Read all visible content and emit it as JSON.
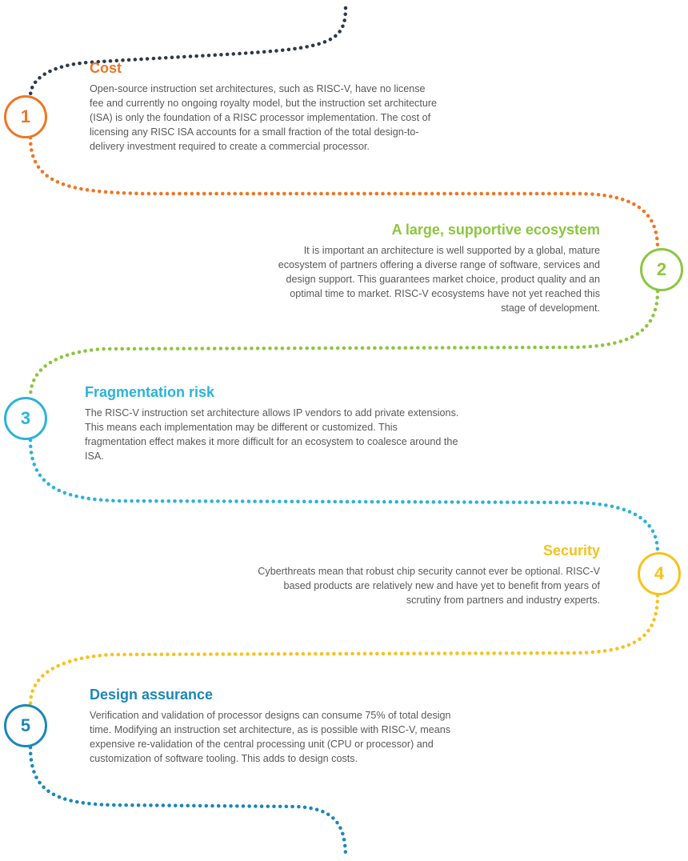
{
  "colors": {
    "orange": "#ef7624",
    "green": "#8cc63f",
    "cyan": "#2bb3d9",
    "yellow": "#f7c21c",
    "blue": "#1b87b8",
    "navy": "#2d3a47"
  },
  "steps": [
    {
      "number": "1",
      "title": "Cost",
      "text": "Open-source instruction set architectures, such as RISC-V, have no license fee and currently no ongoing royalty model, but the instruction set architecture (ISA) is only the foundation of a RISC processor implementation. The cost of licensing any RISC ISA accounts for a small fraction of the total design-to-delivery investment required to create a commercial processor."
    },
    {
      "number": "2",
      "title": "A large, supportive ecosystem",
      "text": "It is important an architecture is well supported by a global, mature ecosystem of partners offering a diverse range of software, services and design support. This guarantees market choice, product quality and an optimal time to market. RISC-V ecosystems have not yet reached this stage of development."
    },
    {
      "number": "3",
      "title": "Fragmentation risk",
      "text": "The RISC-V instruction set architecture allows IP vendors to add private extensions. This means each implementation may be different or customized. This fragmentation effect makes it more difficult for an ecosystem to coalesce around the ISA."
    },
    {
      "number": "4",
      "title": "Security",
      "text": "Cyberthreats mean that robust chip security cannot ever be optional. RISC-V based products are relatively new and have yet to benefit from years of scrutiny from partners and industry experts."
    },
    {
      "number": "5",
      "title": "Design assurance",
      "text": "Verification and validation of processor designs can consume 75% of total design time. Modifying an instruction set architecture, as is possible with RISC-V, means expensive re-validation of the central processing unit (CPU or processor) and customization of software tooling. This adds to design costs."
    }
  ]
}
